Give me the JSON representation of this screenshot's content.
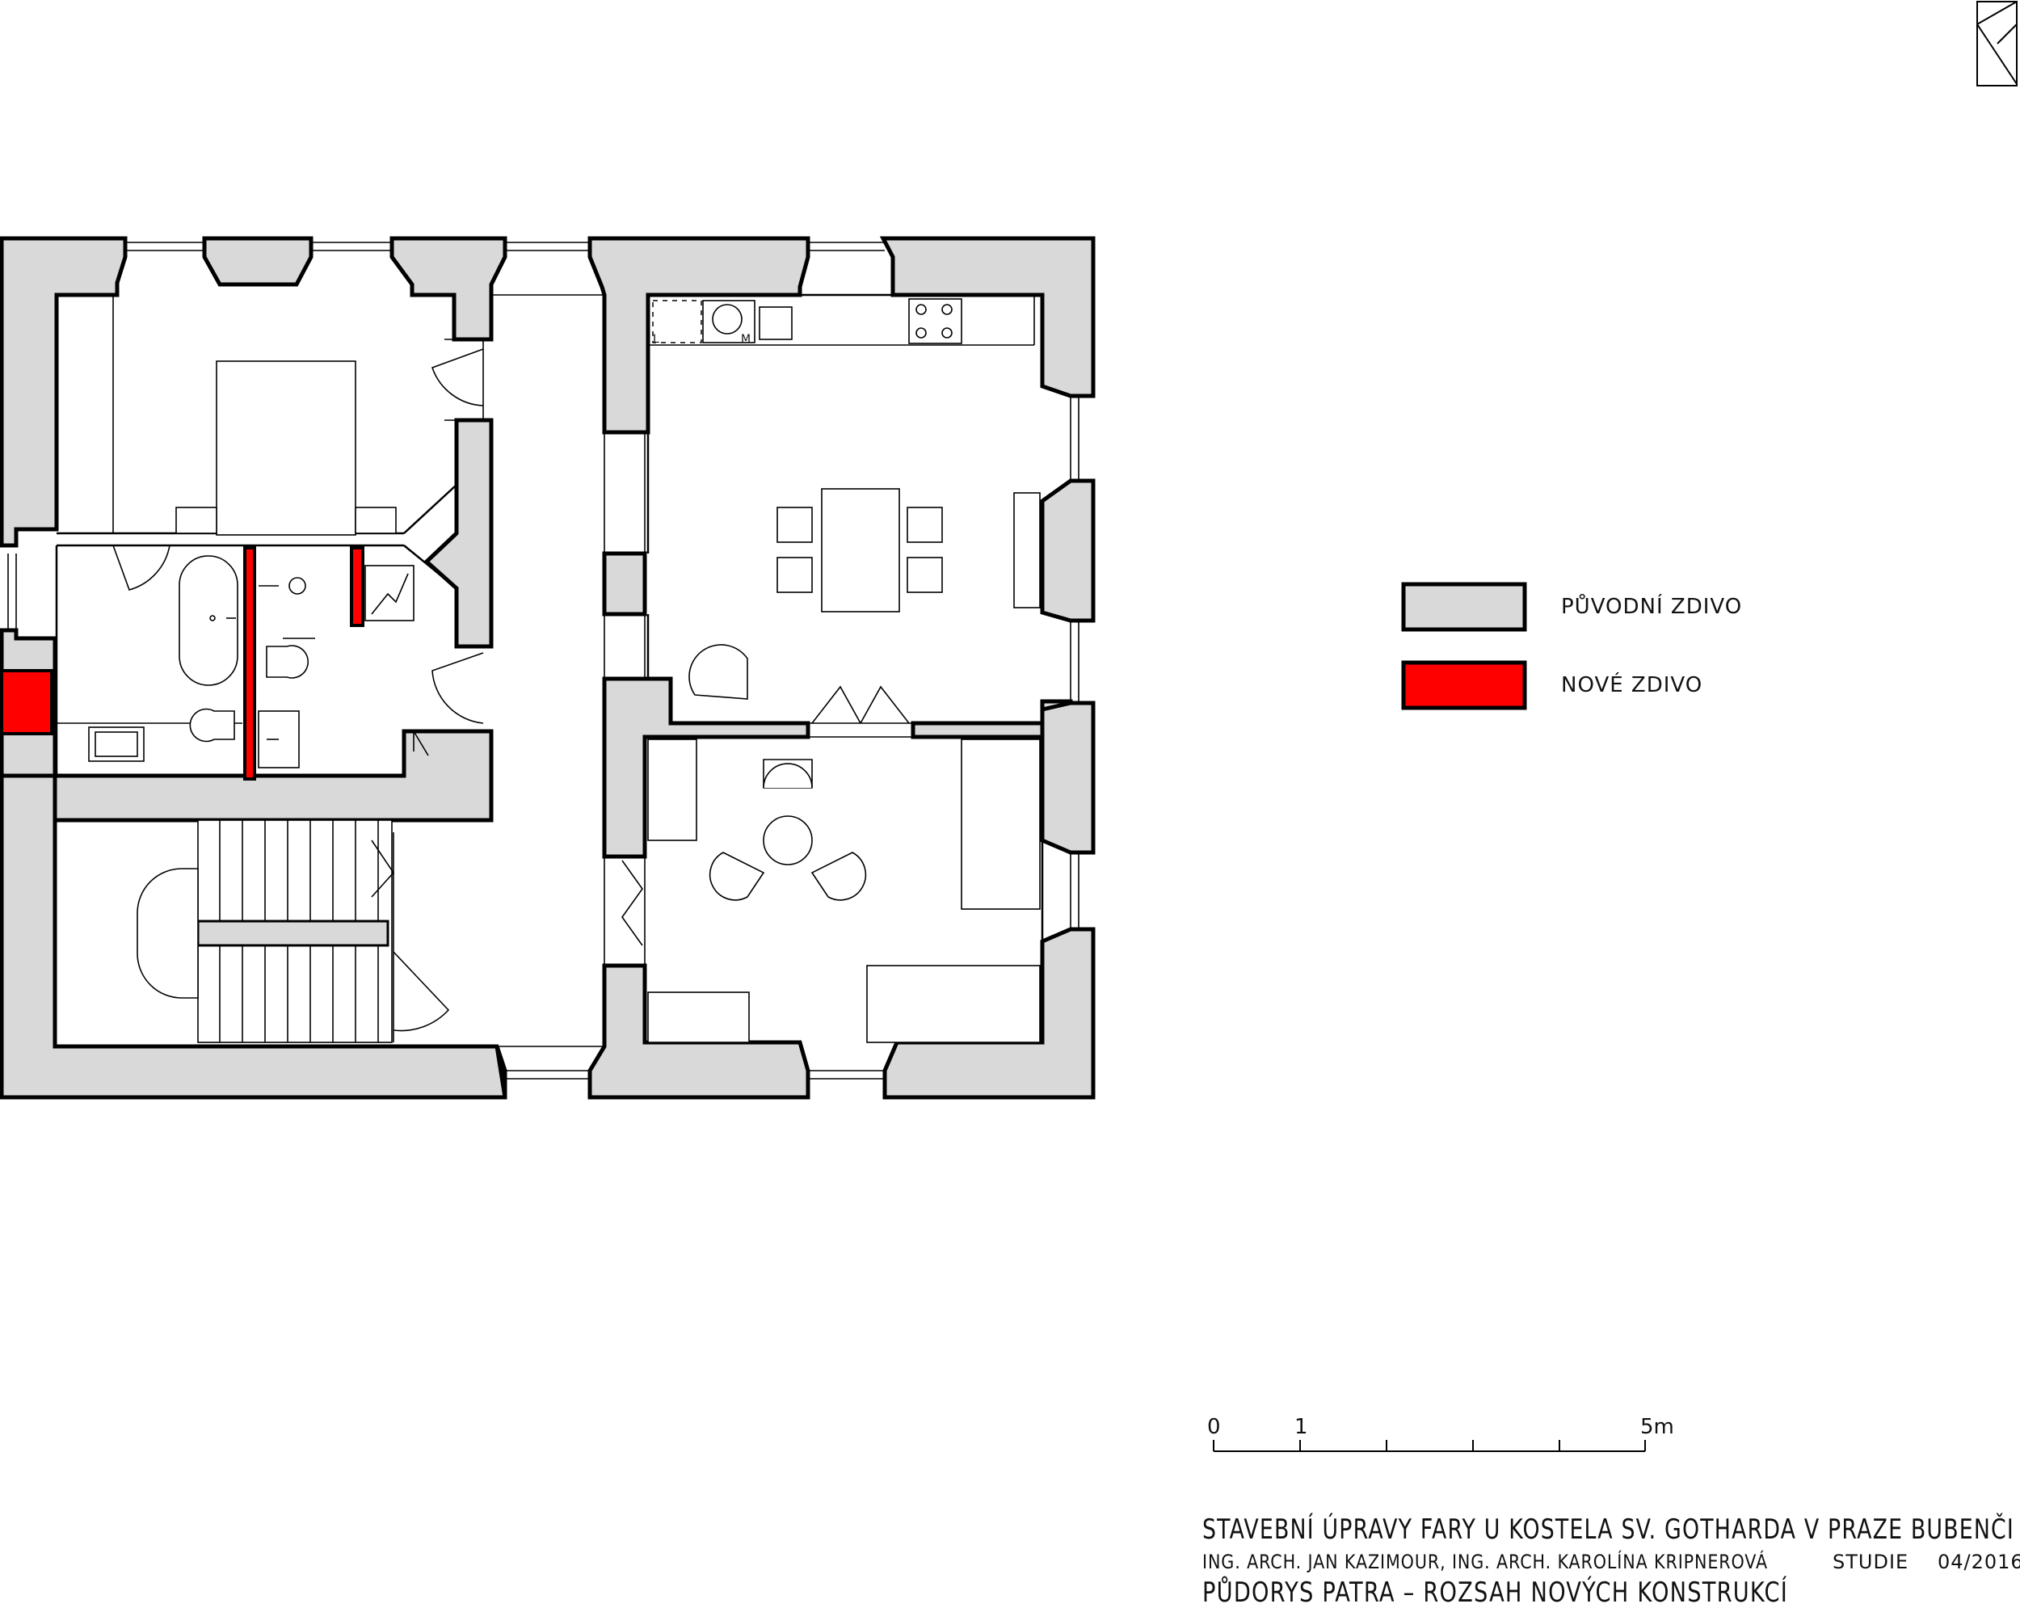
{
  "legend": {
    "items": [
      {
        "label": "PŮVODNÍ ZDIVO",
        "color": "#d9d9d9"
      },
      {
        "label": "NOVÉ ZDIVO",
        "color": "#ff0000"
      }
    ]
  },
  "scale_bar": {
    "label_zero": "0",
    "label_one": "1",
    "label_five": "5m"
  },
  "title_block": {
    "line1": "STAVEBNÍ ÚPRAVY FARY U KOSTELA SV. GOTHARDA V PRAZE BUBENČI",
    "authors": "ING. ARCH. JAN KAZIMOUR, ING. ARCH. KAROLÍNA KRIPNEROVÁ",
    "stage": "STUDIE",
    "date": "04/2016",
    "line3": "PŮDORYS PATRA – ROZSAH NOVÝCH KONSTRUKCÍ"
  },
  "colors": {
    "original_wall": "#d9d9d9",
    "new_wall": "#ff0000",
    "outline": "#000000"
  },
  "icons": [
    "logo-mark-icon"
  ]
}
